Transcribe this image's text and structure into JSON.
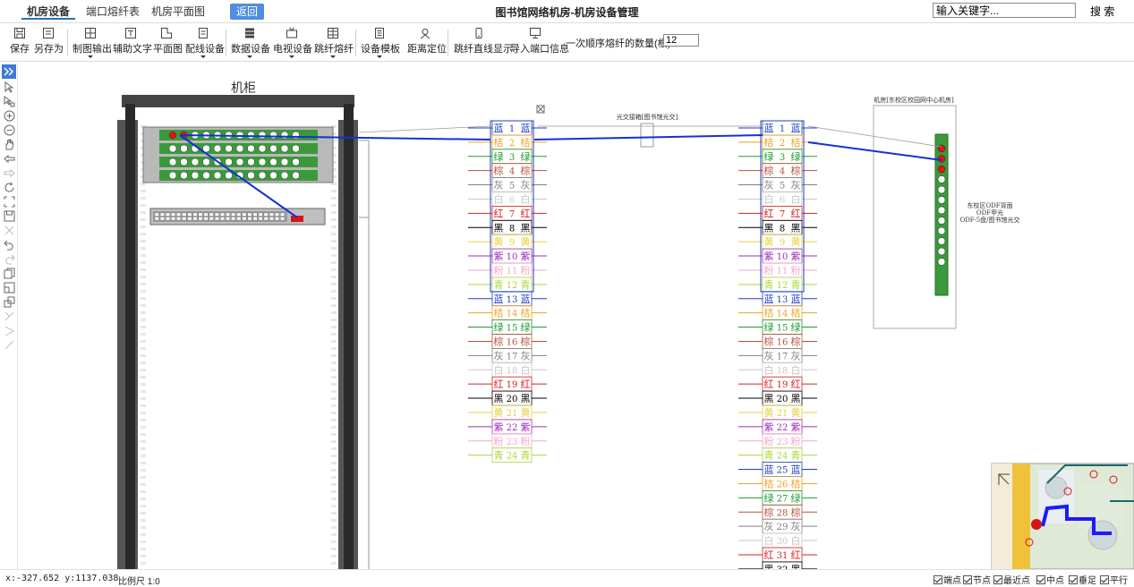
{
  "tabs": [
    {
      "label": "机房设备",
      "active": true
    },
    {
      "label": "端口熔纤表"
    },
    {
      "label": "机房平面图"
    },
    {
      "label": "返回",
      "back": true
    }
  ],
  "title": "图书馆网络机房-机房设备管理",
  "search": {
    "value": "输入关键字...",
    "button": "搜 索"
  },
  "toolbar": {
    "save": "保存",
    "save_as": "另存为",
    "export_drawing": "制图输出",
    "aux_text": "辅助文字",
    "floor_plan": "平面图",
    "wiring_device": "配线设备",
    "data_device": "数据设备",
    "tv_device": "电视设备",
    "jumper_fusion": "跳纤熔纤",
    "device_template": "设备模板",
    "distance_locate": "距离定位",
    "show_jumper_line": "跳纤直线显示",
    "import_port_info": "导入端口信息",
    "batch_label": "一次顺序熔纤的数量(根)",
    "batch_value": "12"
  },
  "canvas": {
    "cabinet_title": "机柜",
    "splice_box_label": "光交接箱[图书馆光交]",
    "machine_room_label": "机房[东校区校园网中心机房]",
    "odf_caption": [
      "东校区ODF背面",
      "ODF甲光",
      "ODF-5盘/图书馆光交"
    ],
    "fiber_colors": [
      {
        "name": "蓝",
        "color": "#1f3fbf"
      },
      {
        "name": "桔",
        "color": "#f0a020"
      },
      {
        "name": "绿",
        "color": "#1c9a34"
      },
      {
        "name": "棕",
        "color": "#b5523a"
      },
      {
        "name": "灰",
        "color": "#808080"
      },
      {
        "name": "白",
        "color": "#c8c8c8"
      },
      {
        "name": "红",
        "color": "#d42020"
      },
      {
        "name": "黑",
        "color": "#000000"
      },
      {
        "name": "黄",
        "color": "#e8d040"
      },
      {
        "name": "紫",
        "color": "#9a2fb8"
      },
      {
        "name": "粉",
        "color": "#f2a8c8"
      },
      {
        "name": "青",
        "color": "#a8d838"
      }
    ],
    "middle_strip_count": 24,
    "right_strip_count": 34
  },
  "status": {
    "coords": "x:-327.652 y:1137.038",
    "scale": "比例尺 1:0",
    "snaps": [
      "端点",
      "节点",
      "最近点",
      "中点",
      "垂足",
      "平行"
    ]
  }
}
